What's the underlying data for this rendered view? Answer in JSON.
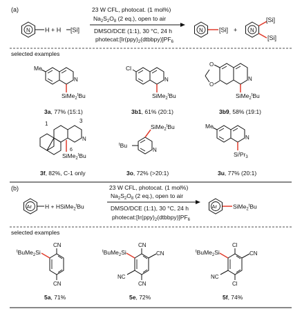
{
  "panel_a": {
    "label": "(a)",
    "reactant_label": "N",
    "h_plus_h": "H + H",
    "si_bracket": "[Si]",
    "cond_line1": "23 W CFL, photocat. (1 mol%)",
    "cond_line2_a": "Na",
    "cond_line2_sub1": "2",
    "cond_line2_b": "S",
    "cond_line2_sub2": "2",
    "cond_line2_c": "O",
    "cond_line2_sub3": "8",
    "cond_line2_d": " (2 eq.), open to air",
    "cond_line3": "DMSO/DCE (1:1), 30 °C, 24 h",
    "cond_line4_a": "photecat:[Ir(ppy)",
    "cond_line4_sub1": "2",
    "cond_line4_b": "(dtbbpy)]PF",
    "cond_line4_sub2": "6",
    "product1_si": "[Si]",
    "product2_si_top": "[Si]",
    "product2_si_bottom": "[Si]",
    "plus": "+",
    "selected": "selected examples",
    "examples": [
      {
        "id": "3a",
        "text": ", 77% (15:1)",
        "substituent": "Me",
        "silyl_pre": "SiMe",
        "silyl_sub": "2",
        "silyl_sup": "t",
        "silyl_post": "Bu"
      },
      {
        "id": "3b1",
        "text": ", 61% (20:1)",
        "substituent": "Cl",
        "silyl_pre": "SiMe",
        "silyl_sub": "2",
        "silyl_sup": "t",
        "silyl_post": "Bu"
      },
      {
        "id": "3b9",
        "text": ", 58% (19:1)",
        "substituent": "O",
        "silyl_pre": "SiMe",
        "silyl_sub": "2",
        "silyl_sup": "t",
        "silyl_post": "Bu"
      },
      {
        "id": "3f",
        "text": ", 82%, C-1 only",
        "num1": "1",
        "num3": "3",
        "num6": "6",
        "silyl_pre": "SiMe",
        "silyl_sub": "2",
        "silyl_sup": "t",
        "silyl_post": "Bu"
      },
      {
        "id": "3o",
        "text": ", 72% (>20:1)",
        "substituent_sup": "t",
        "substituent": "Bu",
        "silyl_pre": "SiMe",
        "silyl_sub": "2",
        "silyl_sup": "t",
        "silyl_post": "Bu"
      },
      {
        "id": "3u",
        "text": ", 77% (20:1)",
        "substituent": "Me",
        "silyl_pre": "Si",
        "silyl_sup": "i",
        "silyl_post": "Pr",
        "silyl_sub": "3"
      }
    ]
  },
  "panel_b": {
    "label": "(b)",
    "ar": "Ar",
    "h_plus": "H  +  HSiMe",
    "h_plus_sub": "2",
    "h_plus_sup": "t",
    "h_plus_post": "Bu",
    "cond_line1": "23 W CFL, photocat. (1 mol%)",
    "cond_line2_a": "Na",
    "cond_line2_sub1": "2",
    "cond_line2_b": "S",
    "cond_line2_sub2": "2",
    "cond_line2_c": "O",
    "cond_line2_sub3": "8",
    "cond_line2_d": " (2 eq.), open to air",
    "cond_line3": "DMSO/DCE (1:1), 30 °C, 24 h",
    "cond_line4_a": "photecat:[Ir(ppy)",
    "cond_line4_sub1": "2",
    "cond_line4_b": "(dtbbpy)]PF",
    "cond_line4_sub2": "6",
    "product_si_pre": "SiMe",
    "product_si_sub": "2",
    "product_si_sup": "t",
    "product_si_post": "Bu",
    "selected": "selected examples",
    "cn": "CN",
    "nc": "NC",
    "cl": "Cl",
    "silyl_sup": "t",
    "silyl_mid": "BuMe",
    "silyl_sub": "2",
    "silyl_post": "Si",
    "examples": [
      {
        "id": "5a",
        "text": ", 71%"
      },
      {
        "id": "5e",
        "text": ", 72%"
      },
      {
        "id": "5f",
        "text": ", 74%"
      }
    ]
  }
}
